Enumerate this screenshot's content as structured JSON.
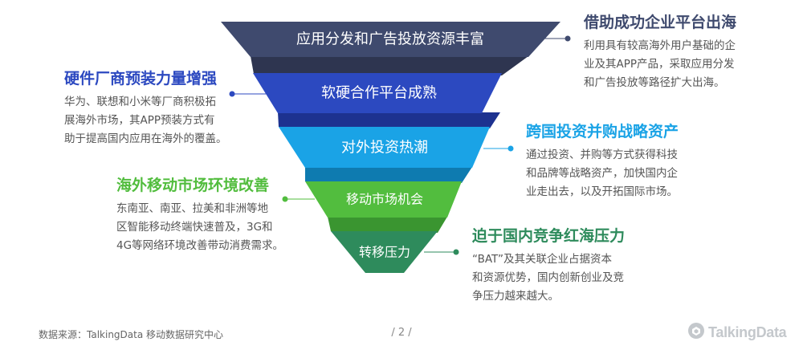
{
  "funnel": {
    "levels": [
      {
        "label": "应用分发和广告投放资源丰富",
        "color": "#3f4a6e"
      },
      {
        "label": "软硬合作平台成熟",
        "color": "#2c49c0"
      },
      {
        "label": "对外投资热潮",
        "color": "#1aa3e6"
      },
      {
        "label": "移动市场机会",
        "color": "#52bd3e"
      },
      {
        "label": "转移压力",
        "color": "#2e8b5c"
      }
    ]
  },
  "callouts": {
    "c1": {
      "title": "借助成功企业平台出海",
      "title_color": "#3f4a6e",
      "lines": [
        "利用具有较高海外用户基础的企",
        "业及其APP产品，采取应用分发",
        "和广告投放等路径扩大出海。"
      ]
    },
    "c2": {
      "title": "硬件厂商预装力量增强",
      "title_color": "#2c49c0",
      "lines": [
        "华为、联想和小米等厂商积极拓",
        "展海外市场，其APP预装方式有",
        "助于提高国内应用在海外的覆盖。"
      ]
    },
    "c3": {
      "title": "跨国投资并购战略资产",
      "title_color": "#1aa3e6",
      "lines": [
        "通过投资、并购等方式获得科技",
        "和品牌等战略资产，加快国内企",
        "业走出去，以及开拓国际市场。"
      ]
    },
    "c4": {
      "title": "海外移动市场环境改善",
      "title_color": "#52bd3e",
      "lines": [
        "东南亚、南亚、拉美和非洲等地",
        "区智能移动终端快速普及，3G和",
        "4G等网络环境改善带动消费需求。"
      ]
    },
    "c5": {
      "title": "迫于国内竞争红海压力",
      "title_color": "#2e8b5c",
      "lines": [
        "“BAT”及其关联企业占据资本",
        "和资源优势，国内创新创业及竞",
        "争压力越来越大。"
      ]
    }
  },
  "footer": {
    "source": "数据来源：TalkingData 移动数据研究中心",
    "page": "/ 2 /",
    "logo_text": "TalkingData",
    "logo_color": "#c4c8cc"
  }
}
